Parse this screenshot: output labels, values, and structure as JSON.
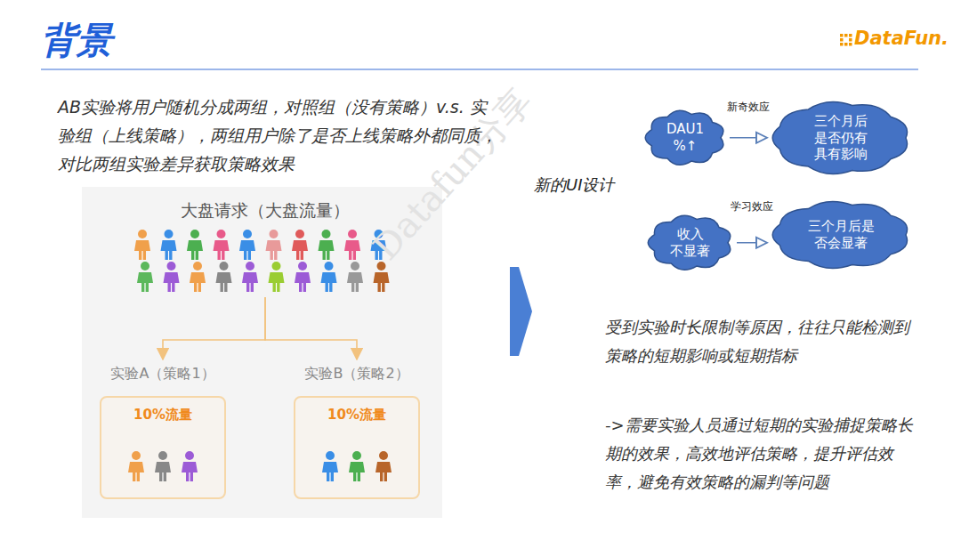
{
  "diagram": {
    "title": "背景",
    "nodes": [
      {
        "text": [
          "大盘请求（大盘流量）"
        ]
      },
      {
        "text": [
          "实验A（策略1）",
          "10%流量"
        ]
      },
      {
        "text": [
          "实验B（策略2）",
          "10%流量"
        ]
      },
      {
        "text": [
          "DAU1 %↑"
        ]
      },
      {
        "text": [
          "三个月后 是否仍有 具有影响"
        ]
      },
      {
        "text": [
          "收入 不显著"
        ]
      },
      {
        "text": [
          "三个月后是 否会显著"
        ]
      }
    ],
    "edges": [
      {
        "from": 0,
        "to": 1,
        "arrow": "to"
      },
      {
        "from": 0,
        "to": 2,
        "arrow": "to"
      },
      {
        "from": 3,
        "to": 4,
        "label": "新奇效应",
        "arrow": "to"
      },
      {
        "from": 5,
        "to": 6,
        "label": "学习效应",
        "arrow": "to"
      }
    ],
    "labels": [
      "AB实验将用户随机分成两组，对照组（没有策略）v.s. 实验组（上线策略），两组用户除了是否上线策略外都同质，对比两组实验差异获取策略效果",
      "新的UI设计",
      "受到实验时长限制等原因，往往只能检测到策略的短期影响或短期指标",
      "->需要实验人员通过短期的实验捕捉策略长期的效果，高效地评估策略，提升评估效率，避免有效策略的漏判等问题",
      "DataFun.",
      "Datafun分享"
    ]
  }
}
